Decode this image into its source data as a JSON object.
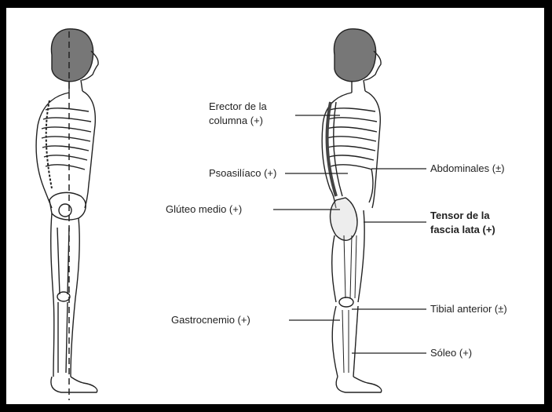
{
  "labels": {
    "erector_line1": "Erector de la",
    "erector_line2": "columna (+)",
    "psoas": "Psoasilíaco (+)",
    "gluteo": "Glúteo medio (+)",
    "gastrocnemio": "Gastrocnemio (+)",
    "abdominales": "Abdominales (±)",
    "tensor_line1": "Tensor de la",
    "tensor_line2": "fascia lata (+)",
    "tibial": "Tibial anterior (±)",
    "soleo": "Sóleo (+)"
  },
  "figures": {
    "left": "skeleton-figure-with-plumb-line",
    "right": "muscle-figure"
  },
  "colors": {
    "background": "#ffffff",
    "border": "#000000",
    "ink": "#222222"
  }
}
